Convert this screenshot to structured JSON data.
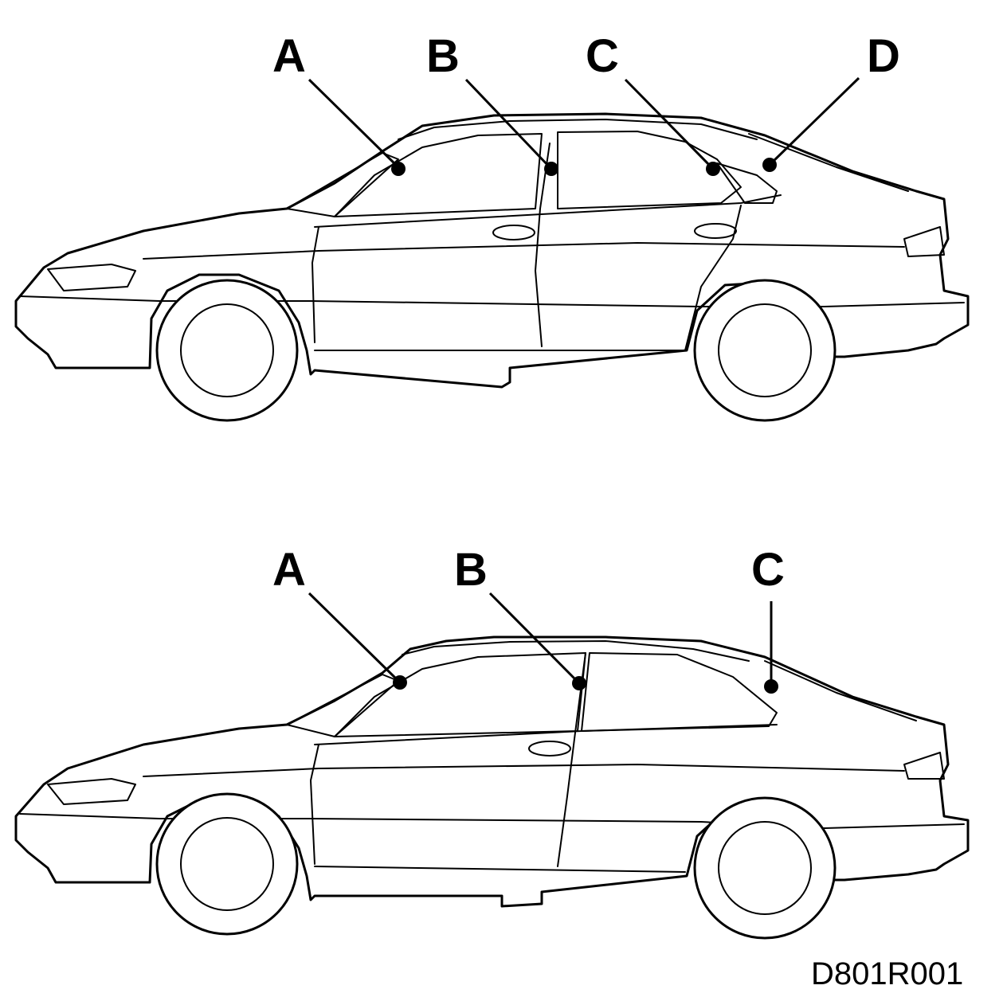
{
  "figure_code": "D801R001",
  "top_car": {
    "pillars": [
      {
        "label": "A"
      },
      {
        "label": "B"
      },
      {
        "label": "C"
      },
      {
        "label": "D"
      }
    ]
  },
  "bottom_car": {
    "pillars": [
      {
        "label": "A"
      },
      {
        "label": "B"
      },
      {
        "label": "C"
      }
    ]
  },
  "colors": {
    "line": "#000000",
    "background": "#ffffff"
  }
}
